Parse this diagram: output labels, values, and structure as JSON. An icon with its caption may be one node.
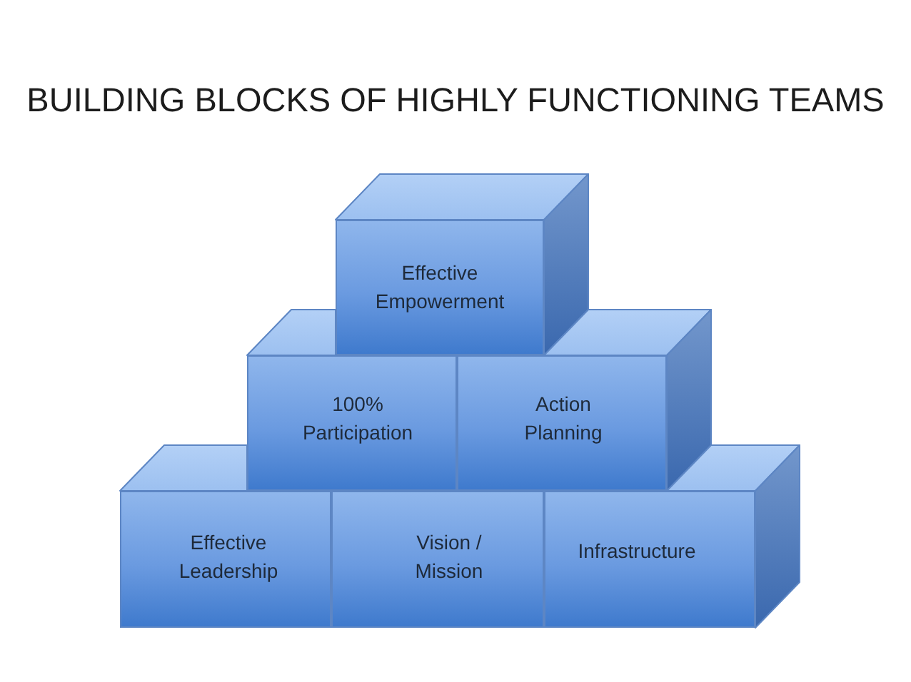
{
  "diagram": {
    "title": "BUILDING BLOCKS OF HIGHLY FUNCTIONING TEAMS",
    "nodes": [
      {
        "text": [
          "Effective Empowerment"
        ]
      },
      {
        "text": [
          "100% Participation"
        ]
      },
      {
        "text": [
          "Action Planning"
        ]
      },
      {
        "text": [
          "Effective Leadership"
        ]
      },
      {
        "text": [
          "Vision / Mission"
        ]
      },
      {
        "text": [
          "Infrastructure"
        ]
      }
    ]
  }
}
